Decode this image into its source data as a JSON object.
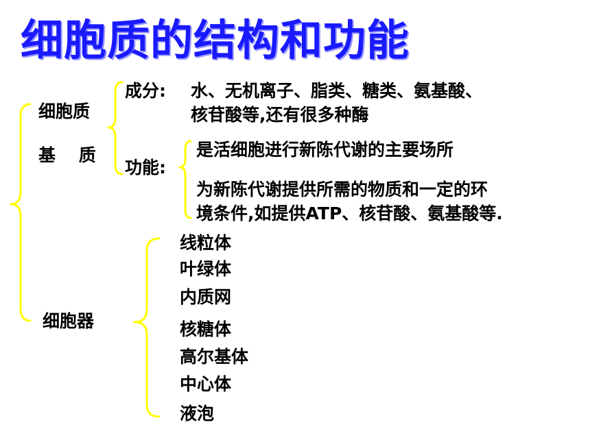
{
  "title": "细胞质的结构和功能",
  "brace_color": "#ffff00",
  "title_color": "#1a1aff",
  "cytoplasm": {
    "label_line1": "细胞质",
    "label_line2": "基　 质",
    "composition": {
      "label": "成分:",
      "line1": "水、无机离子、脂类、糖类、氨基酸、",
      "line2": "核苷酸等,还有很多种酶"
    },
    "function": {
      "label": "功能:",
      "item1": "是活细胞进行新陈代谢的主要场所",
      "item2_line1": "为新陈代谢提供所需的物质和一定的环",
      "item2_line2": "境条件,如提供ATP、核苷酸、氨基酸等."
    }
  },
  "organelles": {
    "label": "细胞器",
    "items": [
      "线粒体",
      "叶绿体",
      "内质网",
      "核糖体",
      "高尔基体",
      "中心体",
      "液泡"
    ]
  }
}
